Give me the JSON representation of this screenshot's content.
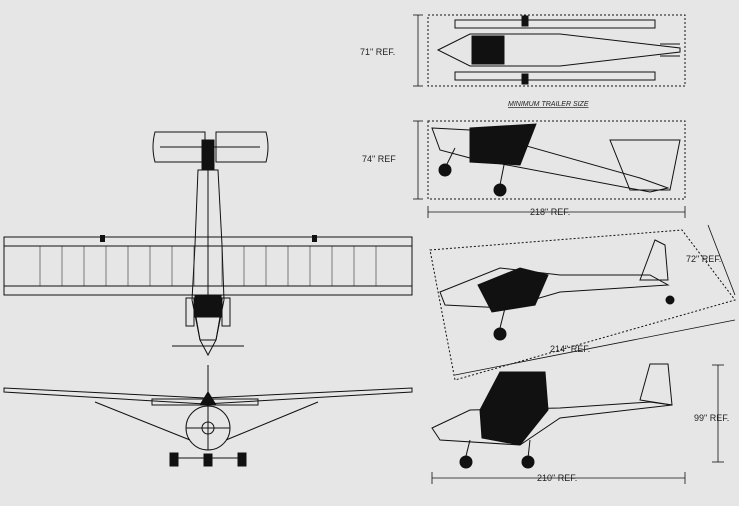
{
  "labels": {
    "trailer_width": "71\" REF.",
    "trailer_caption": "MINIMUM TRAILER SIZE",
    "folded_height": "74\" REF",
    "folded_length": "218\" REF.",
    "towing_height": "72\" REF.",
    "towing_length": "214\" REF.",
    "flight_height": "99\" REF.",
    "flight_length": "210\" REF."
  },
  "colors": {
    "background": "#e6e6e6",
    "ink": "#111111"
  }
}
